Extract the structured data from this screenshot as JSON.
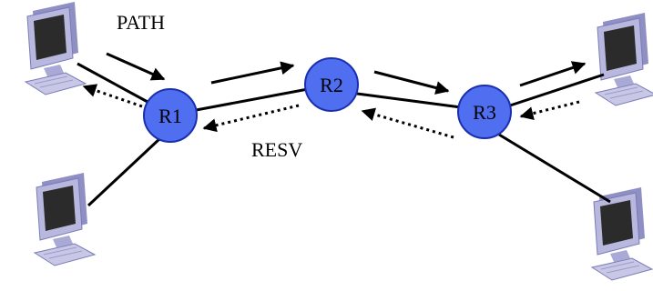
{
  "routers": [
    {
      "id": "r1",
      "label": "R1"
    },
    {
      "id": "r2",
      "label": "R2"
    },
    {
      "id": "r3",
      "label": "R3"
    }
  ],
  "hosts": [
    {
      "id": "host-top-left"
    },
    {
      "id": "host-bottom-left"
    },
    {
      "id": "host-top-right"
    },
    {
      "id": "host-bottom-right"
    }
  ],
  "messages": {
    "path_label": "PATH",
    "resv_label": "RESV"
  },
  "colors": {
    "router_fill": "#4f6ef0",
    "router_stroke": "#1a2fb0",
    "line": "#000000",
    "monitor_frame": "#b8b8de",
    "monitor_screen": "#2b2b2b",
    "monitor_shadow": "#8f8fc4",
    "keyboard": "#c8c8e6"
  }
}
